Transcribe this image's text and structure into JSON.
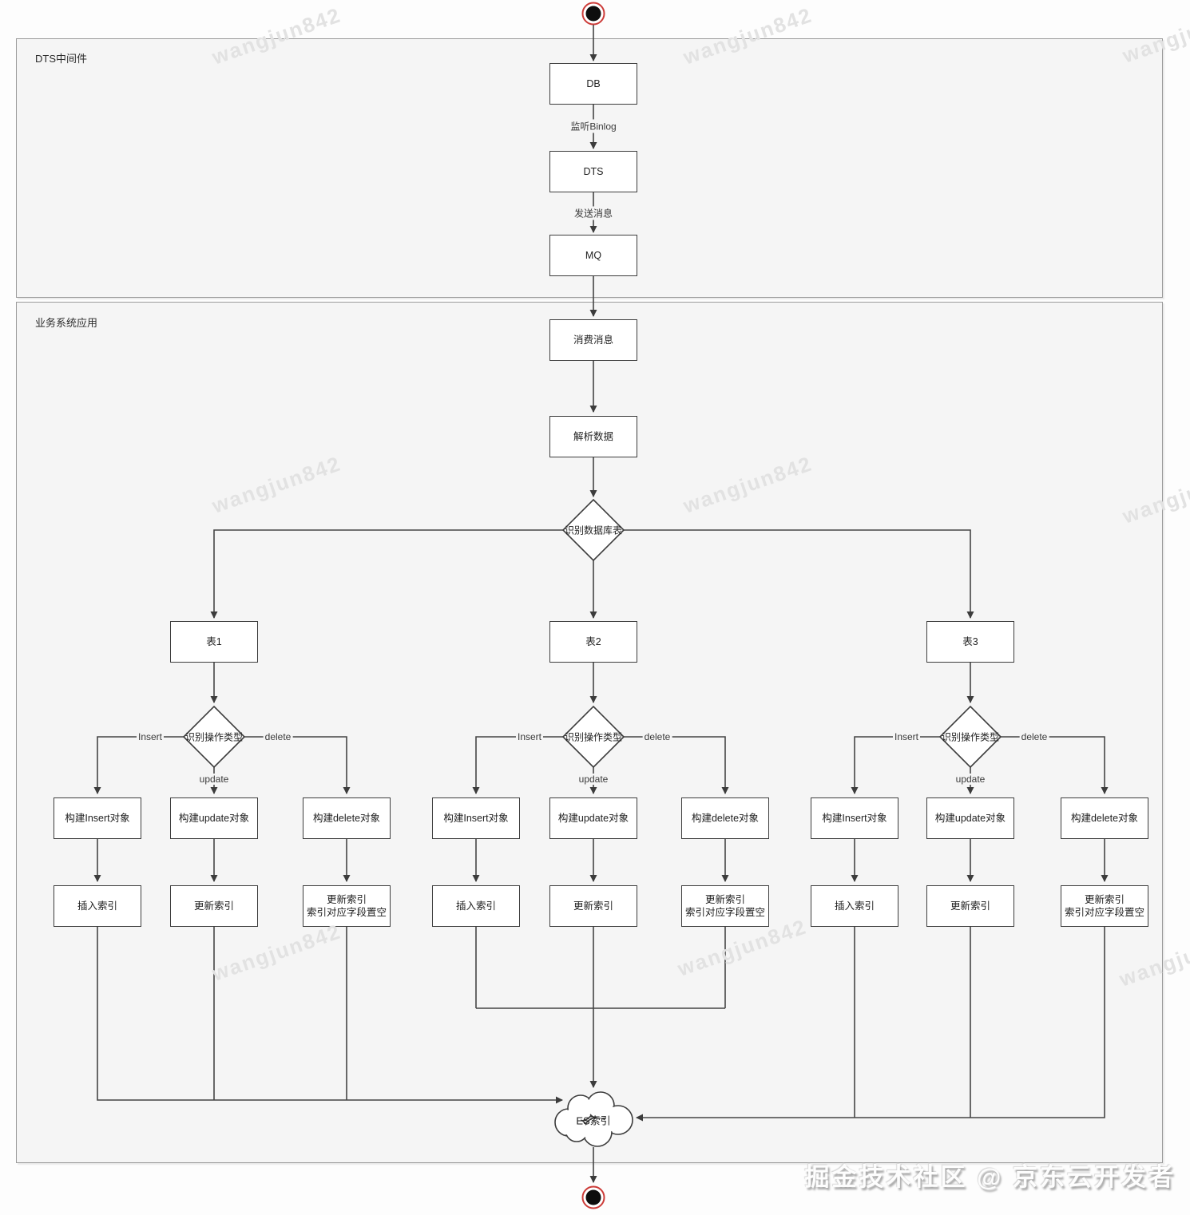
{
  "watermark": {
    "text": "wangjun842"
  },
  "credit": {
    "text": "掘金技术社区 @ 京东云开发者"
  },
  "containers": {
    "dts": {
      "label": "DTS中间件"
    },
    "business": {
      "label": "业务系统应用"
    }
  },
  "nodes": {
    "db": "DB",
    "dts": "DTS",
    "mq": "MQ",
    "consume": "消费消息",
    "parse": "解析数据",
    "identify_table": "识别数据库表",
    "es_index": "ES索引"
  },
  "edges": {
    "listen_binlog": "监听Binlog",
    "send_message": "发送消息"
  },
  "branch_labels": {
    "decision": "识别操作类型",
    "insert": "Insert",
    "update": "update",
    "delete": "delete"
  },
  "branches": [
    {
      "table": "表1",
      "build_insert": "构建Insert对象",
      "build_update": "构建update对象",
      "build_delete": "构建delete对象",
      "insert_index": "插入索引",
      "update_index": "更新索引",
      "delete_index_line1": "更新索引",
      "delete_index_line2": "索引对应字段置空"
    },
    {
      "table": "表2",
      "build_insert": "构建Insert对象",
      "build_update": "构建update对象",
      "build_delete": "构建delete对象",
      "insert_index": "插入索引",
      "update_index": "更新索引",
      "delete_index_line1": "更新索引",
      "delete_index_line2": "索引对应字段置空"
    },
    {
      "table": "表3",
      "build_insert": "构建Insert对象",
      "build_update": "构建update对象",
      "build_delete": "构建delete对象",
      "insert_index": "插入索引",
      "update_index": "更新索引",
      "delete_index_line1": "更新索引",
      "delete_index_line2": "索引对应字段置空"
    }
  ],
  "colors": {
    "container_bg": "#f5f5f5",
    "node_border": "#3d3d3d",
    "edge_stroke": "#454545",
    "terminal_ring": "#cc3b38",
    "terminal_core": "#0d0d0d",
    "watermark_gray": "#e2e2e2"
  }
}
